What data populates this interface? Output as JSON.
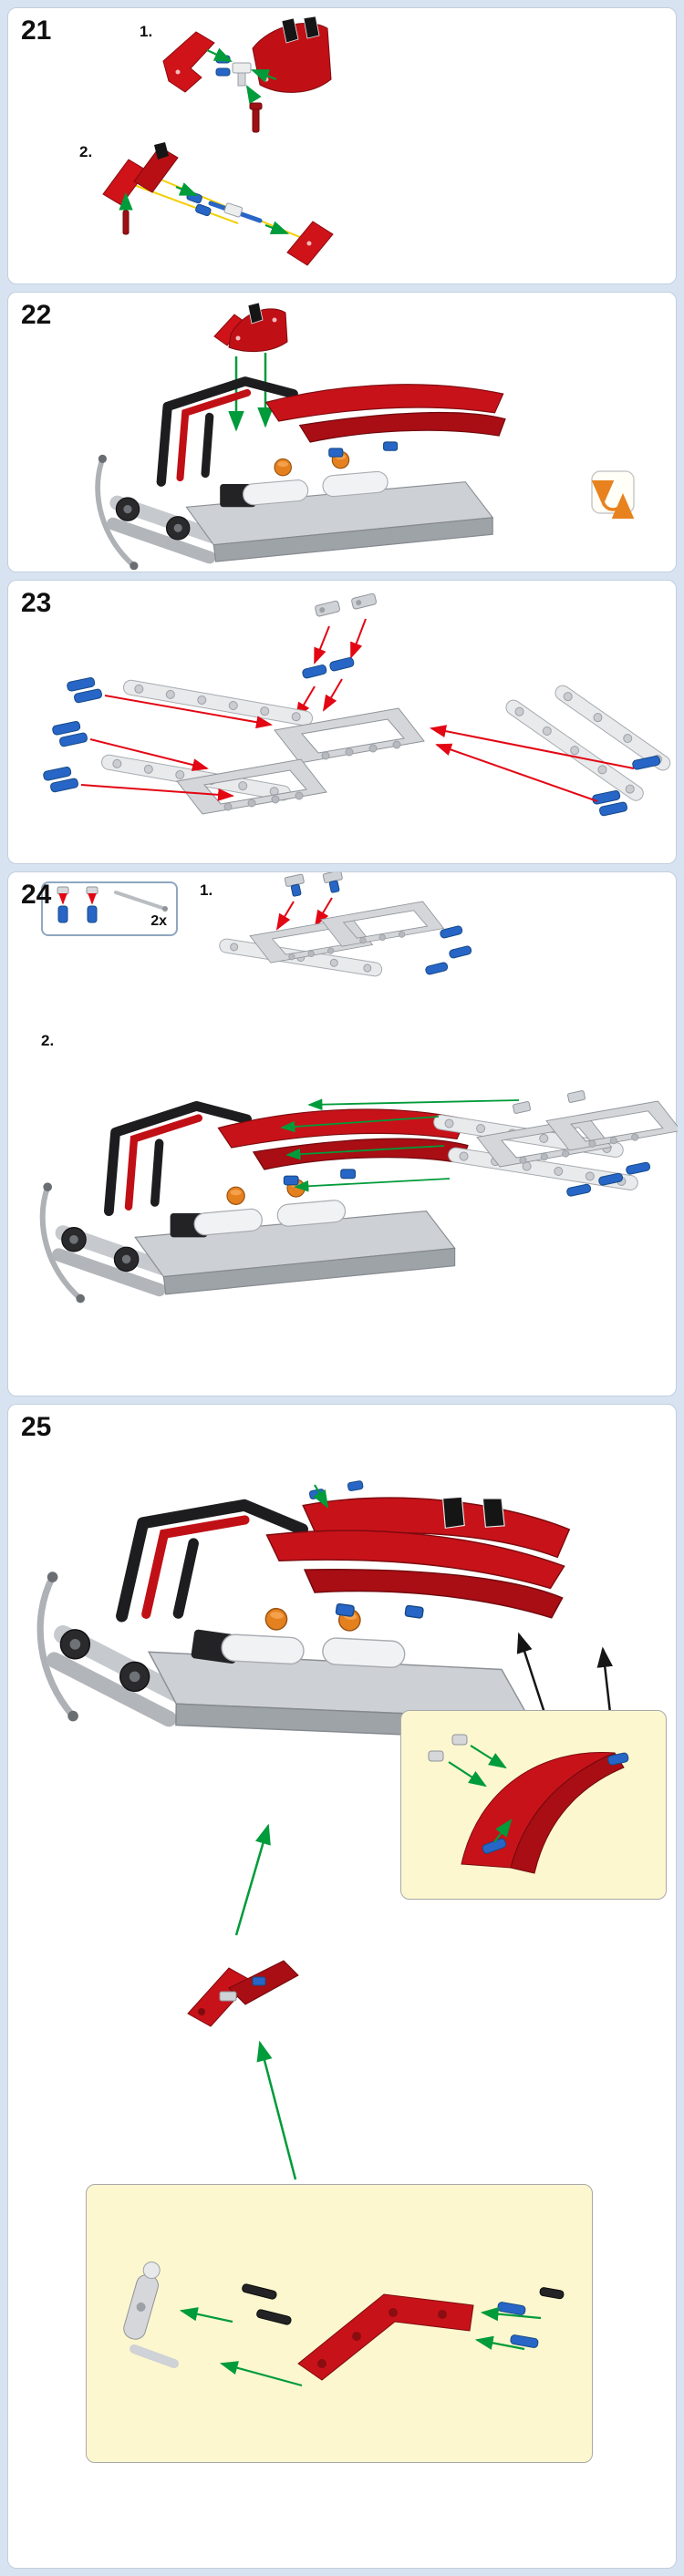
{
  "page": {
    "background_color": "#d7e3f0",
    "panel_background": "#ffffff"
  },
  "steps": [
    {
      "number": "21",
      "substeps": [
        {
          "label": "1."
        },
        {
          "label": "2."
        }
      ]
    },
    {
      "number": "22",
      "rotate_icon": "rotate-model-icon"
    },
    {
      "number": "23"
    },
    {
      "number": "24",
      "parts_callout": {
        "quantity": "2x"
      },
      "substeps": [
        {
          "label": "1."
        },
        {
          "label": "2."
        }
      ]
    },
    {
      "number": "25",
      "callouts": [
        "mudguard-subassembly-callout",
        "suspension-arm-subassembly-callout"
      ]
    }
  ],
  "colors": {
    "lego_red": "#c81219",
    "lego_dark_red": "#a80e14",
    "pin_blue": "#2766c6",
    "beam_gray": "#d4d6d9",
    "black_parts": "#1d1d1f",
    "engine_orange": "#e4811e",
    "arrow_green": "#009b3a",
    "arrow_red": "#e30613",
    "arrow_black": "#151515",
    "guide_yellow": "#f2cf05",
    "callout_yellow_bg": "#fcf7cf"
  }
}
